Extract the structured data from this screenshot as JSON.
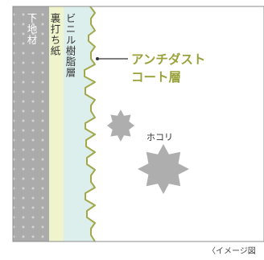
{
  "layers": {
    "substrate": "下地材",
    "backing_paper": "裏打ち紙",
    "vinyl_resin": "ビニル樹脂層"
  },
  "callout": {
    "line1": "アンチダスト",
    "line2": "コート層",
    "color": "#9aa23c"
  },
  "dust_label": "ホコリ",
  "caption": "〈イメージ図",
  "colors": {
    "substrate": "#ababab",
    "substrate_dots": "#d3d3d3",
    "backing_paper": "#f0f4cc",
    "vinyl_layer": "#dcefed",
    "coat_line": "#a3a84a",
    "dust": "#aeaeae",
    "frame": "#8c8c8c"
  }
}
